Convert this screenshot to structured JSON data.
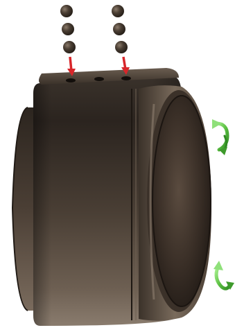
{
  "colors": {
    "background": "#ffffff",
    "bearing_dark": "#2e2721",
    "bearing_mid": "#5a4d42",
    "bearing_light": "#7d6e60",
    "ball": "#3f352c",
    "injection_arrow": "#d8262a",
    "rotation_arrow_light": "#8fe07a",
    "rotation_arrow_dark": "#3e9a2c"
  },
  "components": {
    "ball_columns": 2,
    "balls_per_column": 3,
    "lubrication_holes": 3,
    "injection_arrows": 2,
    "rotation_arrows": 2
  },
  "icons": {
    "ball": "steel-ball-icon",
    "injection": "down-arrow-icon",
    "rotation": "curved-rotation-arrow-icon"
  }
}
